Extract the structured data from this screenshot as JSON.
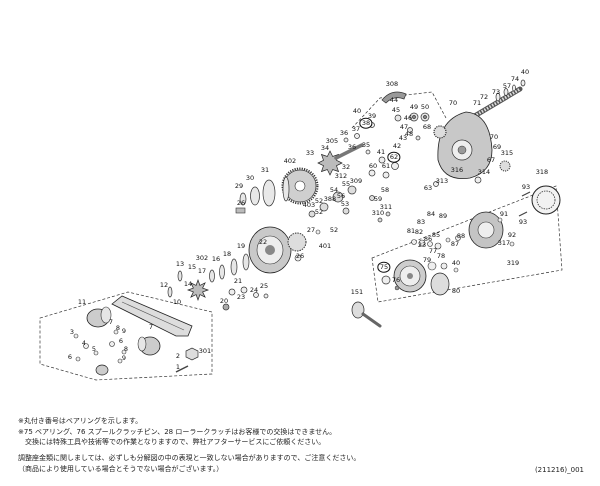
{
  "diagram": {
    "part_labels": [
      {
        "n": "308"
      },
      {
        "n": "74"
      },
      {
        "n": "40"
      },
      {
        "n": "57"
      },
      {
        "n": "73"
      },
      {
        "n": "72"
      },
      {
        "n": "71"
      },
      {
        "n": "44"
      },
      {
        "n": "45"
      },
      {
        "n": "49"
      },
      {
        "n": "50"
      },
      {
        "n": "70"
      },
      {
        "n": "40"
      },
      {
        "n": "39"
      },
      {
        "n": "38",
        "bearing": true
      },
      {
        "n": "46"
      },
      {
        "n": "47"
      },
      {
        "n": "68"
      },
      {
        "n": "48"
      },
      {
        "n": "36"
      },
      {
        "n": "37"
      },
      {
        "n": "305"
      },
      {
        "n": "36"
      },
      {
        "n": "35"
      },
      {
        "n": "34"
      },
      {
        "n": "33"
      },
      {
        "n": "402"
      },
      {
        "n": "31"
      },
      {
        "n": "30"
      },
      {
        "n": "29"
      },
      {
        "n": "32"
      },
      {
        "n": "41"
      },
      {
        "n": "42"
      },
      {
        "n": "43"
      },
      {
        "n": "62",
        "bearing": true
      },
      {
        "n": "61"
      },
      {
        "n": "60"
      },
      {
        "n": "312"
      },
      {
        "n": "309"
      },
      {
        "n": "55"
      },
      {
        "n": "54"
      },
      {
        "n": "56"
      },
      {
        "n": "388"
      },
      {
        "n": "53"
      },
      {
        "n": "403"
      },
      {
        "n": "52"
      },
      {
        "n": "52"
      },
      {
        "n": "59"
      },
      {
        "n": "58"
      },
      {
        "n": "313"
      },
      {
        "n": "63"
      },
      {
        "n": "316"
      },
      {
        "n": "314"
      },
      {
        "n": "315"
      },
      {
        "n": "69"
      },
      {
        "n": "70"
      },
      {
        "n": "67"
      },
      {
        "n": "311"
      },
      {
        "n": "310"
      },
      {
        "n": "26"
      },
      {
        "n": "27"
      },
      {
        "n": "52"
      },
      {
        "n": "401"
      },
      {
        "n": "26"
      },
      {
        "n": "19"
      },
      {
        "n": "18"
      },
      {
        "n": "22"
      },
      {
        "n": "16"
      },
      {
        "n": "302"
      },
      {
        "n": "15"
      },
      {
        "n": "17"
      },
      {
        "n": "13"
      },
      {
        "n": "14"
      },
      {
        "n": "12"
      },
      {
        "n": "10"
      },
      {
        "n": "21"
      },
      {
        "n": "25"
      },
      {
        "n": "24"
      },
      {
        "n": "23"
      },
      {
        "n": "20"
      },
      {
        "n": "11"
      },
      {
        "n": "7"
      },
      {
        "n": "8"
      },
      {
        "n": "7"
      },
      {
        "n": "9"
      },
      {
        "n": "3"
      },
      {
        "n": "4"
      },
      {
        "n": "5"
      },
      {
        "n": "6"
      },
      {
        "n": "6"
      },
      {
        "n": "8"
      },
      {
        "n": "9"
      },
      {
        "n": "2"
      },
      {
        "n": "1"
      },
      {
        "n": "301"
      },
      {
        "n": "318"
      },
      {
        "n": "93"
      },
      {
        "n": "93"
      },
      {
        "n": "84"
      },
      {
        "n": "89"
      },
      {
        "n": "83"
      },
      {
        "n": "82"
      },
      {
        "n": "81"
      },
      {
        "n": "85"
      },
      {
        "n": "86"
      },
      {
        "n": "23"
      },
      {
        "n": "87"
      },
      {
        "n": "88"
      },
      {
        "n": "91"
      },
      {
        "n": "92"
      },
      {
        "n": "317"
      },
      {
        "n": "319"
      },
      {
        "n": "79"
      },
      {
        "n": "40"
      },
      {
        "n": "78"
      },
      {
        "n": "77"
      },
      {
        "n": "75",
        "bearing": true
      },
      {
        "n": "76"
      },
      {
        "n": "80"
      },
      {
        "n": "151"
      }
    ]
  },
  "notes": {
    "lines": [
      "※丸付き番号はベアリングを示します。",
      "※75 ベアリング、76 スプールクラッチピン、28 ローラークラッチはお客様での交換はできません。",
      "交換には特殊工具や技術等での作業となりますので、弊社アフターサービスにご依頼ください。",
      "調整座金類に関しましては、必ずしも分解図の中の表現と一致しない場合がありますので、ご注意ください。",
      "（商品により使用している場合とそうでない場合がございます。）"
    ],
    "doc_id": "(211216)_001"
  }
}
